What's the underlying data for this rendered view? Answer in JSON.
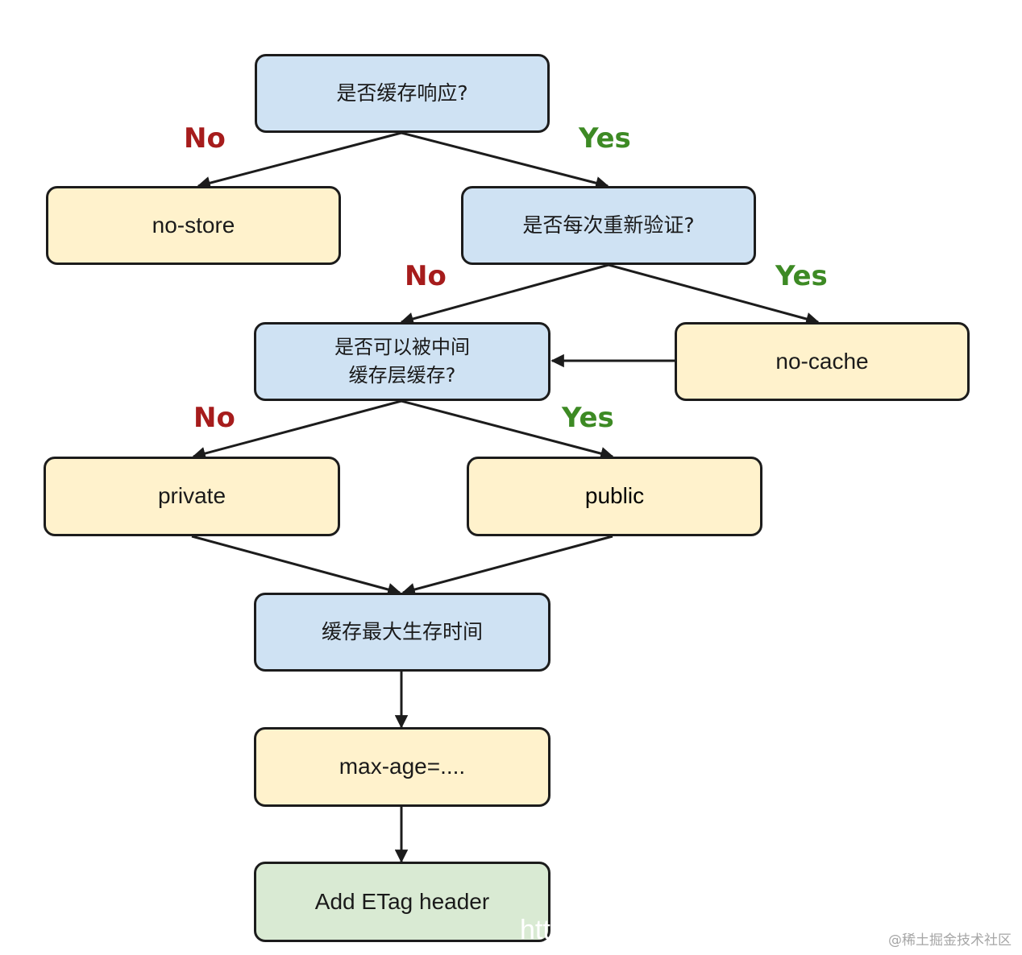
{
  "nodes": {
    "q_cache": "是否缓存响应?",
    "no_store": "no-store",
    "q_revalidate": "是否每次重新验证?",
    "q_intermediate": "是否可以被中间\n缓存层缓存?",
    "no_cache": "no-cache",
    "private": "private",
    "public": "public",
    "max_age_question": "缓存最大生存时间",
    "max_age": "max-age=....",
    "etag": "Add ETag header"
  },
  "labels": {
    "no_1": "No",
    "yes_1": "Yes",
    "no_2": "No",
    "yes_2": "Yes",
    "no_3": "No",
    "yes_3": "Yes"
  },
  "overlay_text": "htt",
  "watermark": "@稀土掘金技术社区",
  "colors": {
    "question_fill": "#cfe2f3",
    "value_fill": "#fff2cc",
    "final_fill": "#d9ead3",
    "no_color": "#a61c1c",
    "yes_color": "#3d8a24",
    "stroke": "#1c1c1c"
  }
}
